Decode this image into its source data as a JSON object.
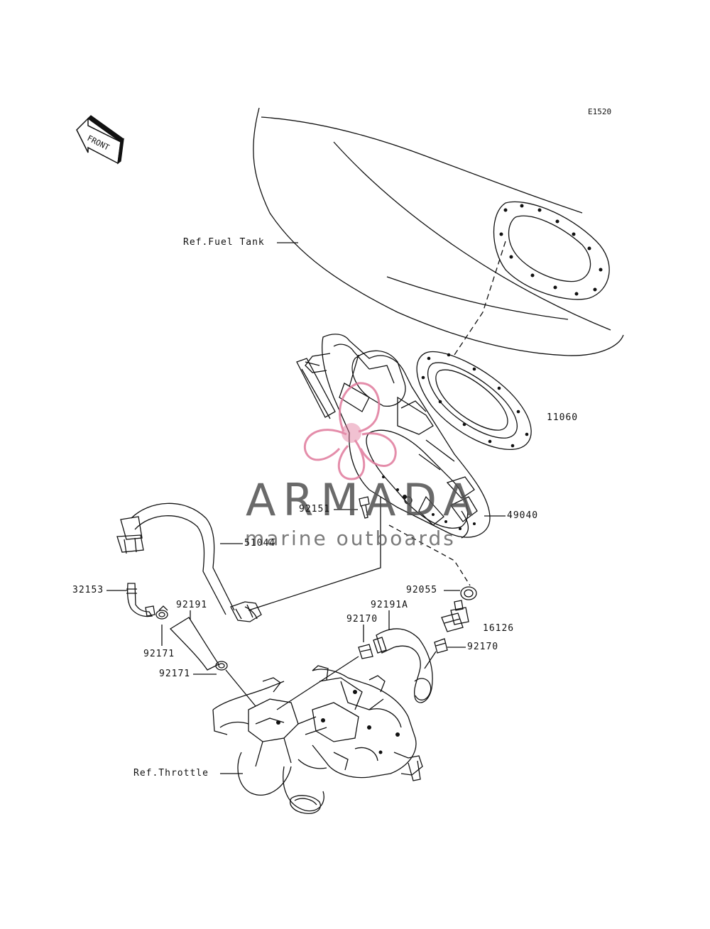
{
  "diagram": {
    "code": "E1520",
    "front_label": "FRONT",
    "labels": {
      "fuel_tank": "Ref.Fuel Tank",
      "p11060": "11060",
      "p92151": "92151",
      "p49040": "49040",
      "p51044": "51044",
      "p32153": "32153",
      "p92055": "92055",
      "p92191": "92191",
      "p92191a": "92191A",
      "p92170_left": "92170",
      "p16126": "16126",
      "p92170_right": "92170",
      "p92171_a": "92171",
      "p92171_b": "92171",
      "throttle": "Ref.Throttle"
    }
  },
  "watermark": {
    "brand": "ARMADA",
    "tagline": "marine outboards",
    "logo_color": "#e07a9c",
    "text_color": "#505050"
  },
  "colors": {
    "line": "#111111",
    "background": "#ffffff"
  }
}
